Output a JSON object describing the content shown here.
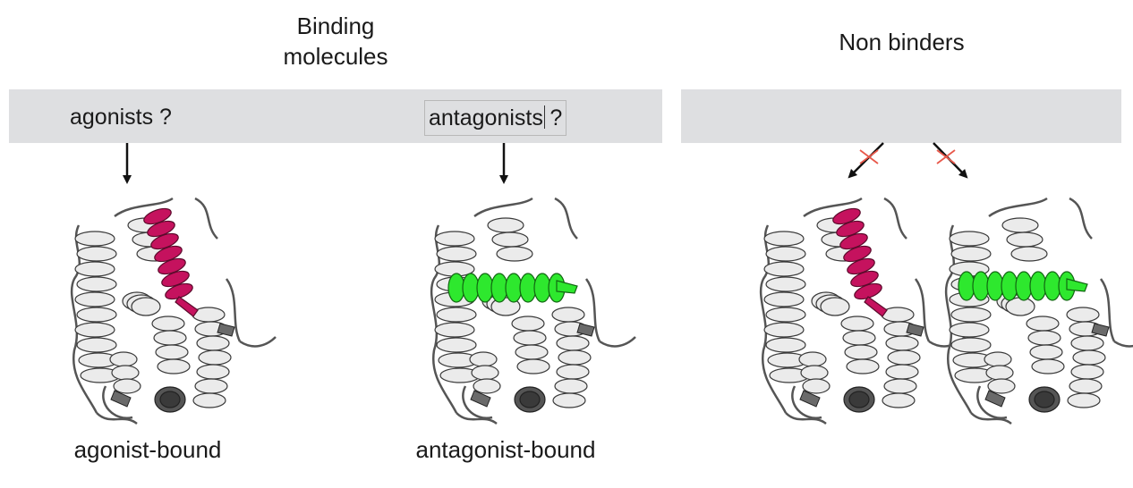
{
  "headings": {
    "binding": [
      "Binding",
      "molecules"
    ],
    "non_binders": "Non binders"
  },
  "band_labels": {
    "agonists": "agonists ?",
    "antagonists_word": "antagonists",
    "antagonists_q": "?"
  },
  "captions": {
    "agonist": "agonist-bound",
    "antagonist": "antagonist-bound"
  },
  "colors": {
    "agonist_helix": "#c5125e",
    "antagonist_helix": "#2ee82e",
    "protein_body": "#e9e9e9",
    "protein_outline": "#3a3a3a",
    "band": "#dedfe1",
    "cross_mark": "#e8584a"
  }
}
